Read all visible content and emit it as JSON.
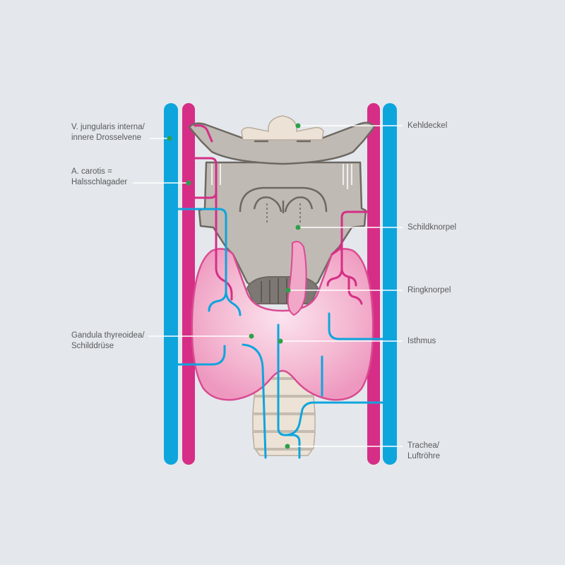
{
  "labels": {
    "left": [
      {
        "id": "vena",
        "text": "V. jungularis interna/\ninnere Drosselvene"
      },
      {
        "id": "carotis",
        "text": "A. carotis =\nHalsschlagader"
      },
      {
        "id": "thyroid",
        "text": "Gandula thyreoidea/\nSchilddrüse"
      }
    ],
    "right": [
      {
        "id": "epiglottis",
        "text": "Kehldeckel"
      },
      {
        "id": "thyroid-cartilage",
        "text": "Schildknorpel"
      },
      {
        "id": "cricoid",
        "text": "Ringknorpel"
      },
      {
        "id": "isthmus",
        "text": "Isthmus"
      },
      {
        "id": "trachea",
        "text": "Trachea/\nLuftröhre"
      }
    ]
  },
  "colors": {
    "background": "#e4e8ec",
    "vein": "#0ea5dd",
    "artery": "#d62e86",
    "cartilage": "#c0bab4",
    "cartilage_outline": "#6e6862",
    "thyroid": "#f1a7c7",
    "thyroid_outline": "#d94b92",
    "trachea": "#ece3d6",
    "marker": "#2ea04a",
    "leader": "#ffffff"
  }
}
